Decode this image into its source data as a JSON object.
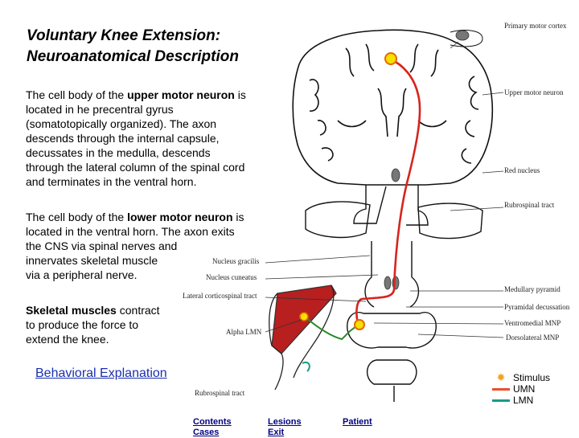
{
  "title": {
    "line1": "Voluntary Knee Extension:",
    "line2": "Neuroanatomical Description"
  },
  "para1": {
    "l1a": "The cell body of the ",
    "l1b": "upper motor neuron",
    "l1c": " is",
    "l2": "located in he precentral gyrus",
    "l3": "(somatotopically organized). The axon",
    "l4": "descends through the internal capsule,",
    "l5": "decussates in the medulla, descends",
    "l6": "through the lateral column of the spinal cord",
    "l7": "and terminates in the ventral horn."
  },
  "para2": {
    "l1a": "The cell body of the ",
    "l1b": "lower motor neuron",
    "l1c": " is",
    "l2": "located in the ventral horn.  The axon exits",
    "l3": "the CNS via spinal nerves and",
    "l4": "innervates skeletal muscle",
    "l5": "via a peripheral nerve."
  },
  "para3": {
    "l1a": "Skeletal muscles",
    "l1b": " contract",
    "l2": "to produce the force to",
    "l3": "extend the knee."
  },
  "diagram_labels": {
    "primary_motor_cortex": "Primary motor cortex",
    "upper_motor_neuron": "Upper motor neuron",
    "red_nucleus": "Red nucleus",
    "rubrospinal_tract": "Rubrospinal tract",
    "nucleus_gracilis": "Nucleus gracilis",
    "nucleus_cuneatus": "Nucleus cuneatus",
    "medullary_pyramid": "Medullary pyramid",
    "lateral_corticospinal_tract": "Lateral corticospinal tract",
    "pyramidal_decussation": "Pyramidal decussation",
    "ventromedial_mnp": "Ventromedial MNP",
    "dorsolateral_mnp": "Dorsolateral MNP",
    "alpha_lmn": "Alpha LMN",
    "rubrospinal_tract_bottom": "Rubrospinal tract"
  },
  "behavioral_link": "Behavioral Explanation",
  "legend": {
    "stimulus": "Stimulus",
    "umn": "UMN",
    "lmn": "LMN",
    "umn_color": "#e8512a",
    "lmn_color": "#1a9a8a",
    "stimulus_icon": "star-icon"
  },
  "nav": {
    "contents": "Contents",
    "cases": "Cases",
    "lesions": "Lesions",
    "exit": "Exit",
    "patient": "Patient"
  },
  "colors": {
    "umn_path": "#d8241c",
    "lmn_path": "#2a8a2a",
    "muscle": "#b81f1f",
    "link": "#1b2fb0",
    "nav": "#000080"
  }
}
